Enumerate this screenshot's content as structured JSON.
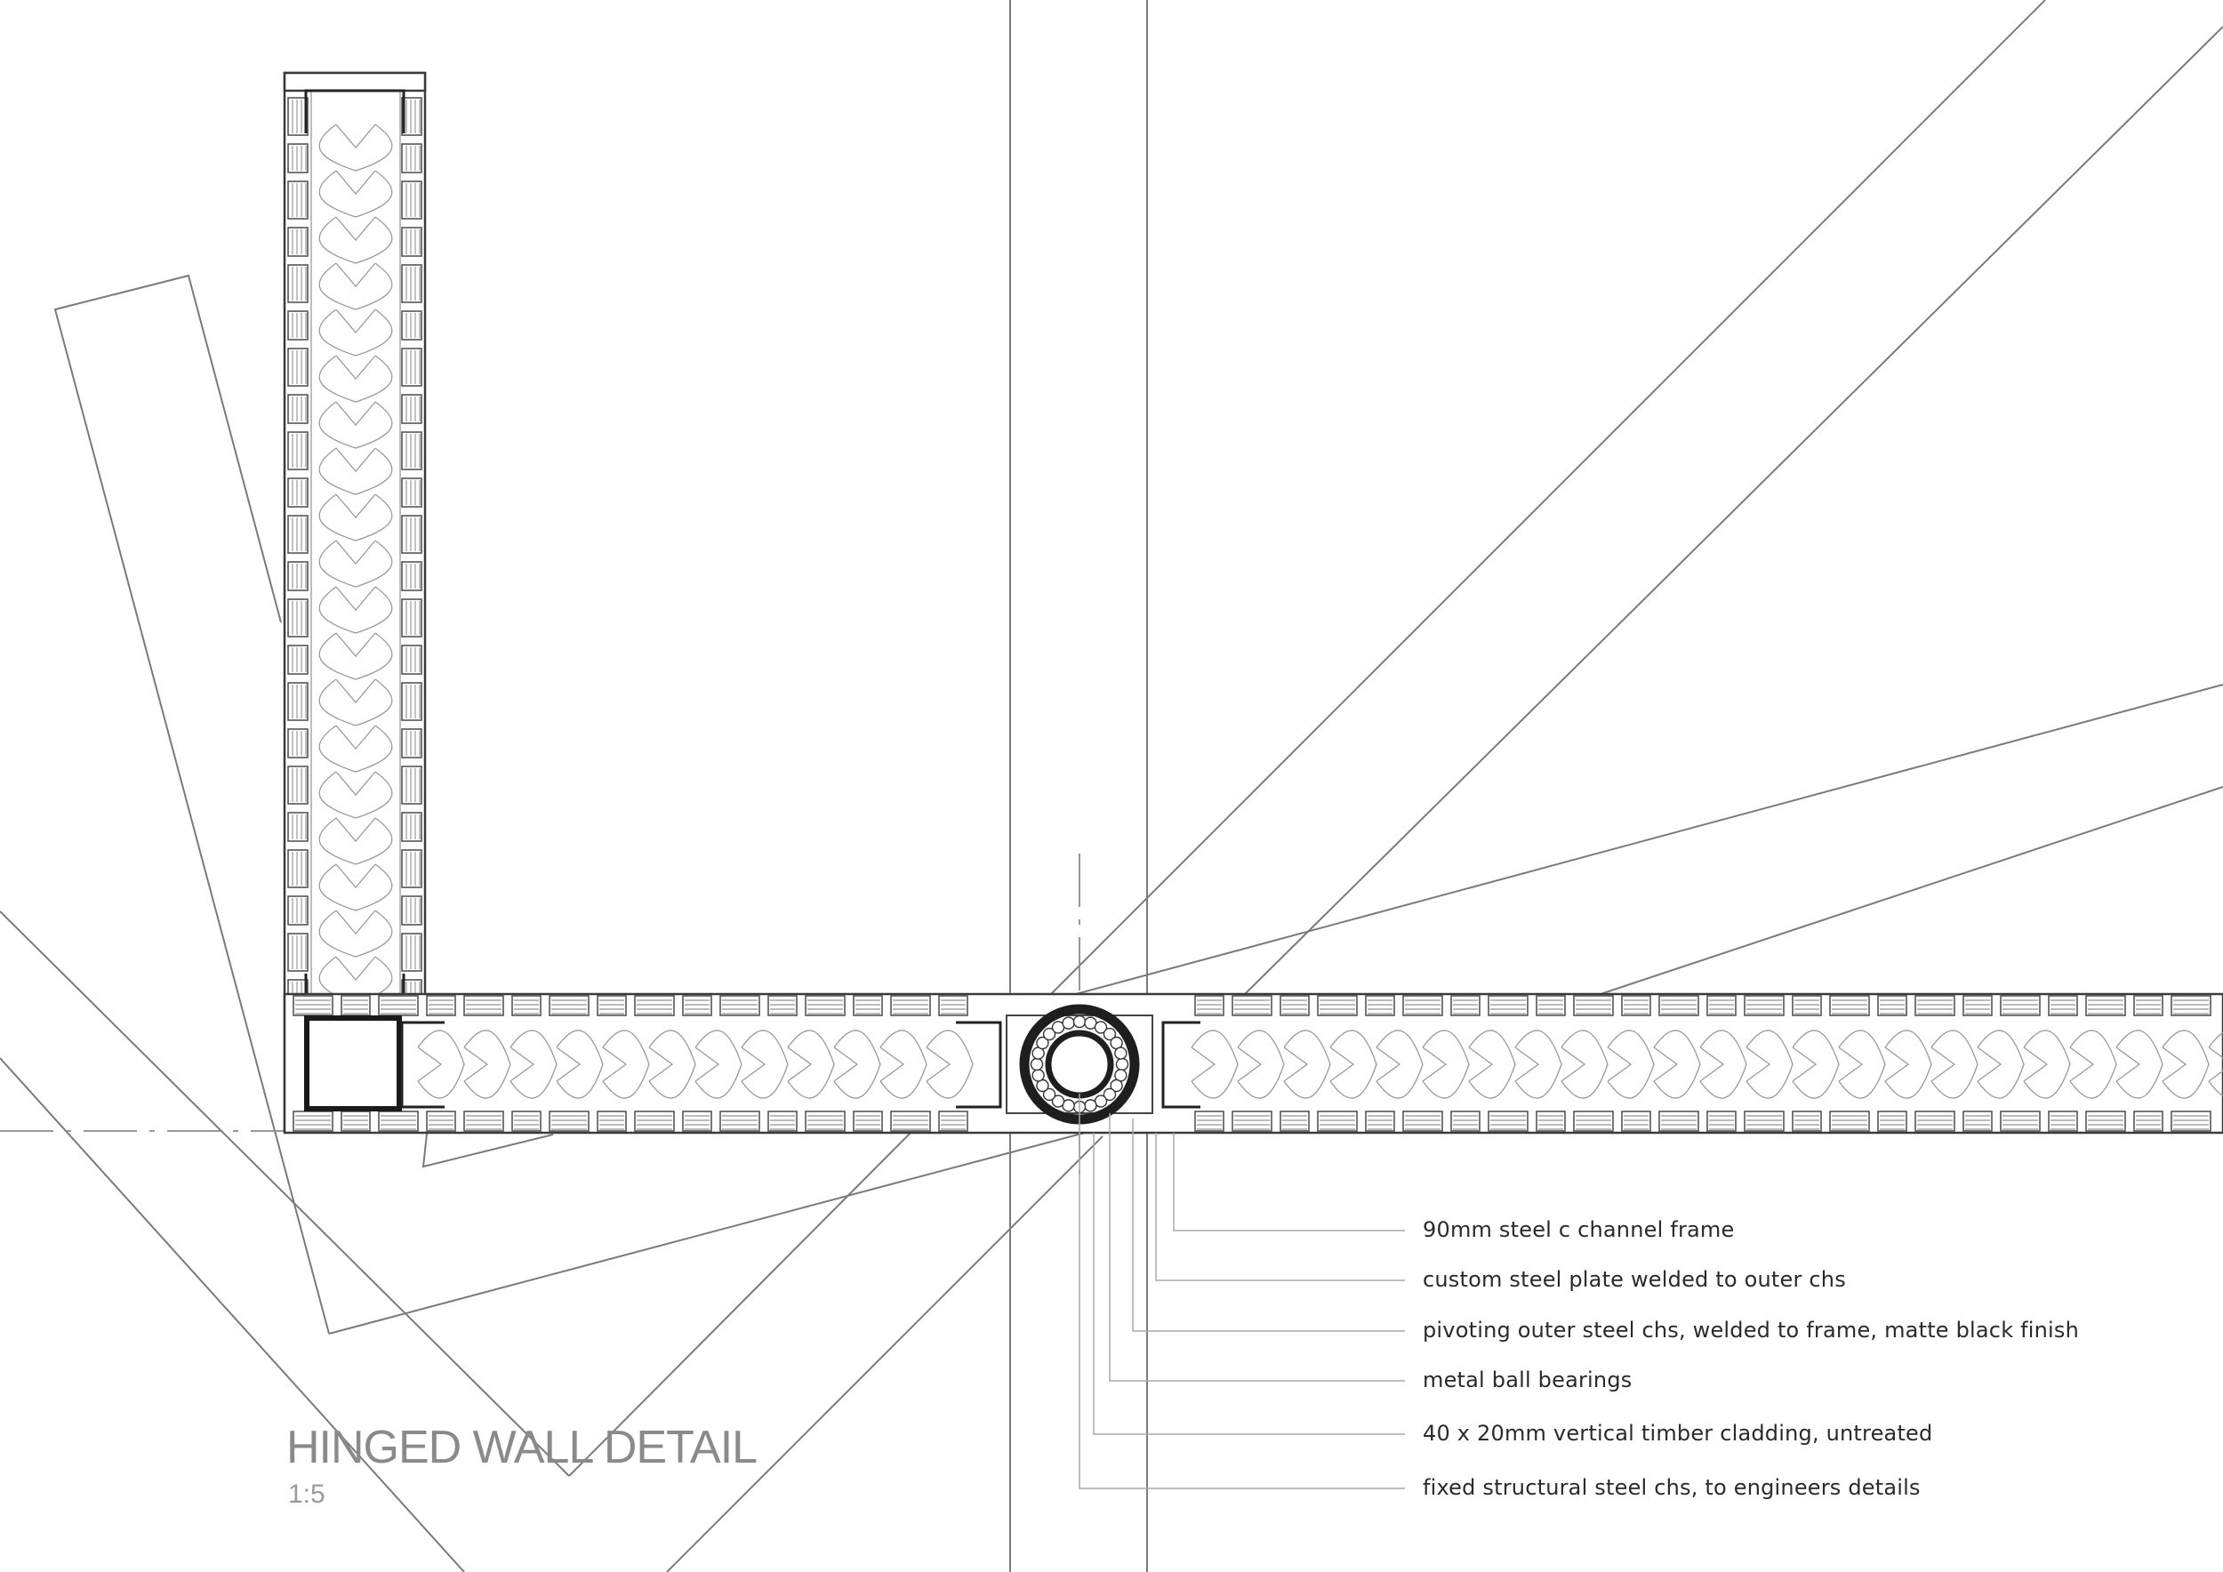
{
  "title": "HINGED WALL DETAIL",
  "scale": "1:5",
  "annotations": [
    "90mm steel c channel frame",
    "custom steel plate welded to outer chs",
    "pivoting outer steel chs, welded to frame, matte black finish",
    "metal ball bearings",
    "40 x 20mm vertical timber cladding, untreated",
    "fixed structural steel chs, to engineers details"
  ]
}
